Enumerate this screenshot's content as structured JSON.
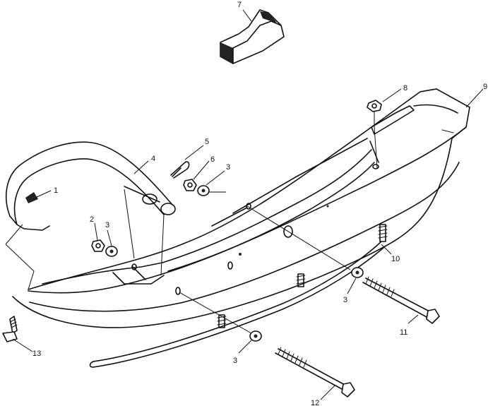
{
  "callouts": {
    "c1": "1",
    "c2": "2",
    "c3a": "3",
    "c3b": "3",
    "c3c": "3",
    "c3d": "3",
    "c4": "4",
    "c5": "5",
    "c6": "6",
    "c7": "7",
    "c8": "8",
    "c9": "9",
    "c10": "10",
    "c11": "11",
    "c12": "12",
    "c13": "13"
  }
}
